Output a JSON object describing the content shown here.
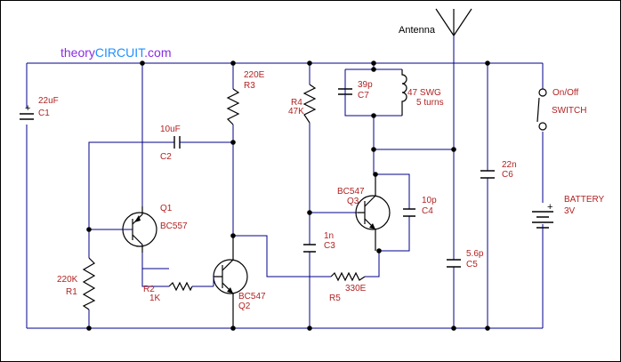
{
  "watermark": {
    "prefix": "theory",
    "brand": "CIRCUIT",
    "suffix": ".com"
  },
  "antenna": {
    "label": "Antenna"
  },
  "components": {
    "c1": {
      "value": "22uF",
      "ref": "C1",
      "polarity": "+"
    },
    "q1": {
      "ref": "Q1",
      "part": "BC557"
    },
    "r1": {
      "value": "220K",
      "ref": "R1"
    },
    "c2": {
      "value": "10uF",
      "ref": "C2"
    },
    "r3": {
      "value": "220E",
      "ref": "R3"
    },
    "r2": {
      "ref": "R2",
      "value": "1K"
    },
    "q2": {
      "part": "BC547",
      "ref": "Q2"
    },
    "r4": {
      "ref": "R4",
      "value": "47K"
    },
    "c3": {
      "value": "1n",
      "ref": "C3"
    },
    "r5": {
      "value": "330E",
      "ref": "R5"
    },
    "c7": {
      "value": "39p",
      "ref": "C7"
    },
    "l1": {
      "value": "47 SWG",
      "turns": "5 turns"
    },
    "q3": {
      "part": "BC547",
      "ref": "Q3"
    },
    "c4": {
      "value": "10p",
      "ref": "C4"
    },
    "c5": {
      "value": "5.6p",
      "ref": "C5"
    },
    "c6": {
      "value": "22n",
      "ref": "C6"
    },
    "switch": {
      "label1": "On/Off",
      "label2": "SWITCH"
    },
    "battery": {
      "label": "BATTERY",
      "value": "3V",
      "polarity": "+"
    }
  },
  "colors": {
    "wire": "#00008b",
    "label": "#b22222",
    "component": "#000000",
    "watermark_text": "#8a2be2",
    "watermark_brand": "#1e90ff"
  }
}
